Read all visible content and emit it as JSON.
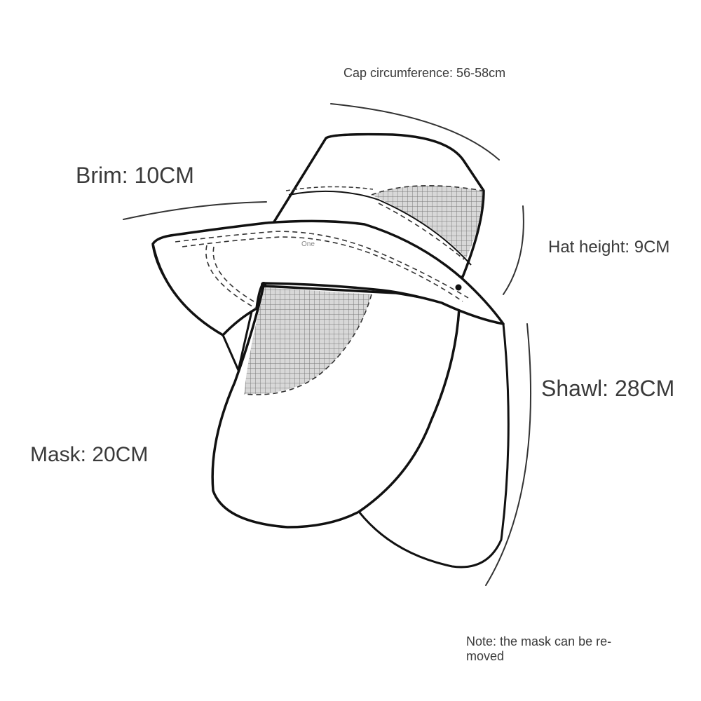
{
  "labels": {
    "cap_circumference": "Cap circumference: 56-58cm",
    "brim": "Brim: 10CM",
    "hat_height": "Hat height: 9CM",
    "shawl": "Shawl: 28CM",
    "mask": "Mask: 20CM",
    "note_line1": "Note: the mask can be re-",
    "note_line2": "moved"
  },
  "brand_mark": "One",
  "colors": {
    "outline": "#111111",
    "mesh": "#8c8c8c",
    "dimension_line": "#333333",
    "text": "#3a3a3a"
  }
}
